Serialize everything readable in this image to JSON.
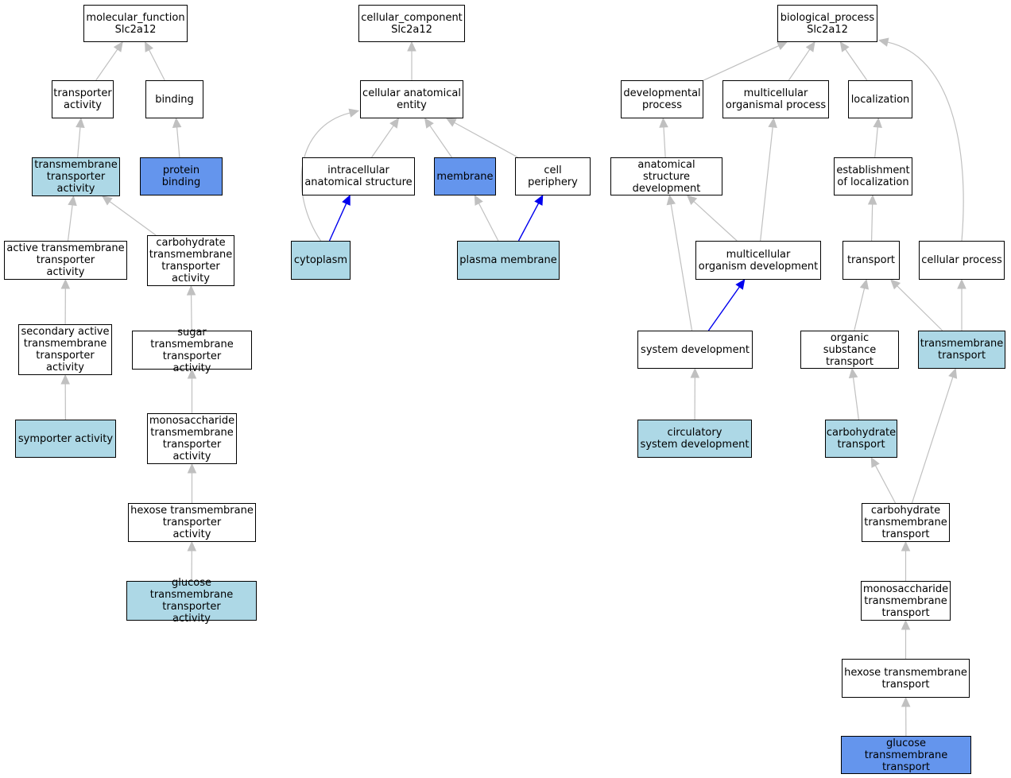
{
  "colors": {
    "default_fill": "#ffffff",
    "light_fill": "#add8e6",
    "dark_fill": "#6495ed",
    "edge_gray": "#c0c0c0",
    "edge_blue": "#0000ee"
  },
  "nodes": [
    {
      "id": "mf_root",
      "label": "molecular_function\nSlc2a12",
      "style": "default"
    },
    {
      "id": "mf_transporter",
      "label": "transporter\nactivity",
      "style": "default"
    },
    {
      "id": "mf_binding",
      "label": "binding",
      "style": "default"
    },
    {
      "id": "mf_tm_transporter",
      "label": "transmembrane\ntransporter\nactivity",
      "style": "light"
    },
    {
      "id": "mf_protein_binding",
      "label": "protein binding",
      "style": "dark"
    },
    {
      "id": "mf_active_tm",
      "label": "active transmembrane\ntransporter\nactivity",
      "style": "default"
    },
    {
      "id": "mf_carb_tm",
      "label": "carbohydrate\ntransmembrane\ntransporter\nactivity",
      "style": "default"
    },
    {
      "id": "mf_secondary",
      "label": "secondary active\ntransmembrane\ntransporter\nactivity",
      "style": "default"
    },
    {
      "id": "mf_sugar_tm",
      "label": "sugar transmembrane\ntransporter\nactivity",
      "style": "default"
    },
    {
      "id": "mf_symporter",
      "label": "symporter activity",
      "style": "light"
    },
    {
      "id": "mf_mono_tm",
      "label": "monosaccharide\ntransmembrane\ntransporter\nactivity",
      "style": "default"
    },
    {
      "id": "mf_hexose_tm",
      "label": "hexose transmembrane\ntransporter\nactivity",
      "style": "default"
    },
    {
      "id": "mf_glucose_tm",
      "label": "glucose transmembrane\ntransporter\nactivity",
      "style": "light"
    },
    {
      "id": "cc_root",
      "label": "cellular_component\nSlc2a12",
      "style": "default"
    },
    {
      "id": "cc_anatomical",
      "label": "cellular anatomical\nentity",
      "style": "default"
    },
    {
      "id": "cc_intracellular",
      "label": "intracellular\nanatomical structure",
      "style": "default"
    },
    {
      "id": "cc_membrane",
      "label": "membrane",
      "style": "dark"
    },
    {
      "id": "cc_periphery",
      "label": "cell periphery",
      "style": "default"
    },
    {
      "id": "cc_cytoplasm",
      "label": "cytoplasm",
      "style": "light"
    },
    {
      "id": "cc_plasma",
      "label": "plasma membrane",
      "style": "light"
    },
    {
      "id": "bp_root",
      "label": "biological_process\nSlc2a12",
      "style": "default"
    },
    {
      "id": "bp_developmental",
      "label": "developmental\nprocess",
      "style": "default"
    },
    {
      "id": "bp_multicellular",
      "label": "multicellular\norganismal process",
      "style": "default"
    },
    {
      "id": "bp_localization",
      "label": "localization",
      "style": "default"
    },
    {
      "id": "bp_anat_dev",
      "label": "anatomical structure\ndevelopment",
      "style": "default"
    },
    {
      "id": "bp_establishment",
      "label": "establishment\nof localization",
      "style": "default"
    },
    {
      "id": "bp_multi_dev",
      "label": "multicellular\norganism development",
      "style": "default"
    },
    {
      "id": "bp_transport",
      "label": "transport",
      "style": "default"
    },
    {
      "id": "bp_cellular",
      "label": "cellular process",
      "style": "default"
    },
    {
      "id": "bp_system_dev",
      "label": "system development",
      "style": "default"
    },
    {
      "id": "bp_organic",
      "label": "organic substance\ntransport",
      "style": "default"
    },
    {
      "id": "bp_tm_transport",
      "label": "transmembrane\ntransport",
      "style": "light"
    },
    {
      "id": "bp_circulatory",
      "label": "circulatory\nsystem development",
      "style": "light"
    },
    {
      "id": "bp_carb_transport",
      "label": "carbohydrate\ntransport",
      "style": "light"
    },
    {
      "id": "bp_carb_tm",
      "label": "carbohydrate\ntransmembrane\ntransport",
      "style": "default"
    },
    {
      "id": "bp_mono_tm",
      "label": "monosaccharide\ntransmembrane\ntransport",
      "style": "default"
    },
    {
      "id": "bp_hexose_tm",
      "label": "hexose transmembrane\ntransport",
      "style": "default"
    },
    {
      "id": "bp_glucose_tm",
      "label": "glucose transmembrane\ntransport",
      "style": "dark"
    }
  ],
  "edges": [
    {
      "from": "mf_transporter",
      "to": "mf_root",
      "color": "gray"
    },
    {
      "from": "mf_binding",
      "to": "mf_root",
      "color": "gray"
    },
    {
      "from": "mf_tm_transporter",
      "to": "mf_transporter",
      "color": "gray"
    },
    {
      "from": "mf_protein_binding",
      "to": "mf_binding",
      "color": "gray"
    },
    {
      "from": "mf_active_tm",
      "to": "mf_tm_transporter",
      "color": "gray"
    },
    {
      "from": "mf_carb_tm",
      "to": "mf_tm_transporter",
      "color": "gray"
    },
    {
      "from": "mf_secondary",
      "to": "mf_active_tm",
      "color": "gray"
    },
    {
      "from": "mf_symporter",
      "to": "mf_secondary",
      "color": "gray"
    },
    {
      "from": "mf_sugar_tm",
      "to": "mf_carb_tm",
      "color": "gray"
    },
    {
      "from": "mf_mono_tm",
      "to": "mf_sugar_tm",
      "color": "gray"
    },
    {
      "from": "mf_hexose_tm",
      "to": "mf_mono_tm",
      "color": "gray"
    },
    {
      "from": "mf_glucose_tm",
      "to": "mf_hexose_tm",
      "color": "gray"
    },
    {
      "from": "cc_anatomical",
      "to": "cc_root",
      "color": "gray"
    },
    {
      "from": "cc_intracellular",
      "to": "cc_anatomical",
      "color": "gray"
    },
    {
      "from": "cc_membrane",
      "to": "cc_anatomical",
      "color": "gray"
    },
    {
      "from": "cc_periphery",
      "to": "cc_anatomical",
      "color": "gray"
    },
    {
      "from": "cc_cytoplasm",
      "to": "cc_anatomical",
      "color": "gray",
      "curve": "left"
    },
    {
      "from": "cc_cytoplasm",
      "to": "cc_intracellular",
      "color": "blue"
    },
    {
      "from": "cc_plasma",
      "to": "cc_membrane",
      "color": "gray"
    },
    {
      "from": "cc_plasma",
      "to": "cc_periphery",
      "color": "blue"
    },
    {
      "from": "bp_developmental",
      "to": "bp_root",
      "color": "gray"
    },
    {
      "from": "bp_multicellular",
      "to": "bp_root",
      "color": "gray"
    },
    {
      "from": "bp_localization",
      "to": "bp_root",
      "color": "gray"
    },
    {
      "from": "bp_cellular",
      "to": "bp_root",
      "color": "gray",
      "curve": "right"
    },
    {
      "from": "bp_anat_dev",
      "to": "bp_developmental",
      "color": "gray"
    },
    {
      "from": "bp_establishment",
      "to": "bp_localization",
      "color": "gray"
    },
    {
      "from": "bp_multi_dev",
      "to": "bp_anat_dev",
      "color": "gray"
    },
    {
      "from": "bp_multi_dev",
      "to": "bp_multicellular",
      "color": "gray"
    },
    {
      "from": "bp_transport",
      "to": "bp_establishment",
      "color": "gray"
    },
    {
      "from": "bp_system_dev",
      "to": "bp_anat_dev",
      "color": "gray"
    },
    {
      "from": "bp_system_dev",
      "to": "bp_multi_dev",
      "color": "blue"
    },
    {
      "from": "bp_organic",
      "to": "bp_transport",
      "color": "gray"
    },
    {
      "from": "bp_tm_transport",
      "to": "bp_transport",
      "color": "gray"
    },
    {
      "from": "bp_tm_transport",
      "to": "bp_cellular",
      "color": "gray"
    },
    {
      "from": "bp_circulatory",
      "to": "bp_system_dev",
      "color": "gray"
    },
    {
      "from": "bp_carb_transport",
      "to": "bp_organic",
      "color": "gray"
    },
    {
      "from": "bp_carb_tm",
      "to": "bp_carb_transport",
      "color": "gray"
    },
    {
      "from": "bp_carb_tm",
      "to": "bp_tm_transport",
      "color": "gray"
    },
    {
      "from": "bp_mono_tm",
      "to": "bp_carb_tm",
      "color": "gray"
    },
    {
      "from": "bp_hexose_tm",
      "to": "bp_mono_tm",
      "color": "gray"
    },
    {
      "from": "bp_glucose_tm",
      "to": "bp_hexose_tm",
      "color": "gray"
    }
  ]
}
